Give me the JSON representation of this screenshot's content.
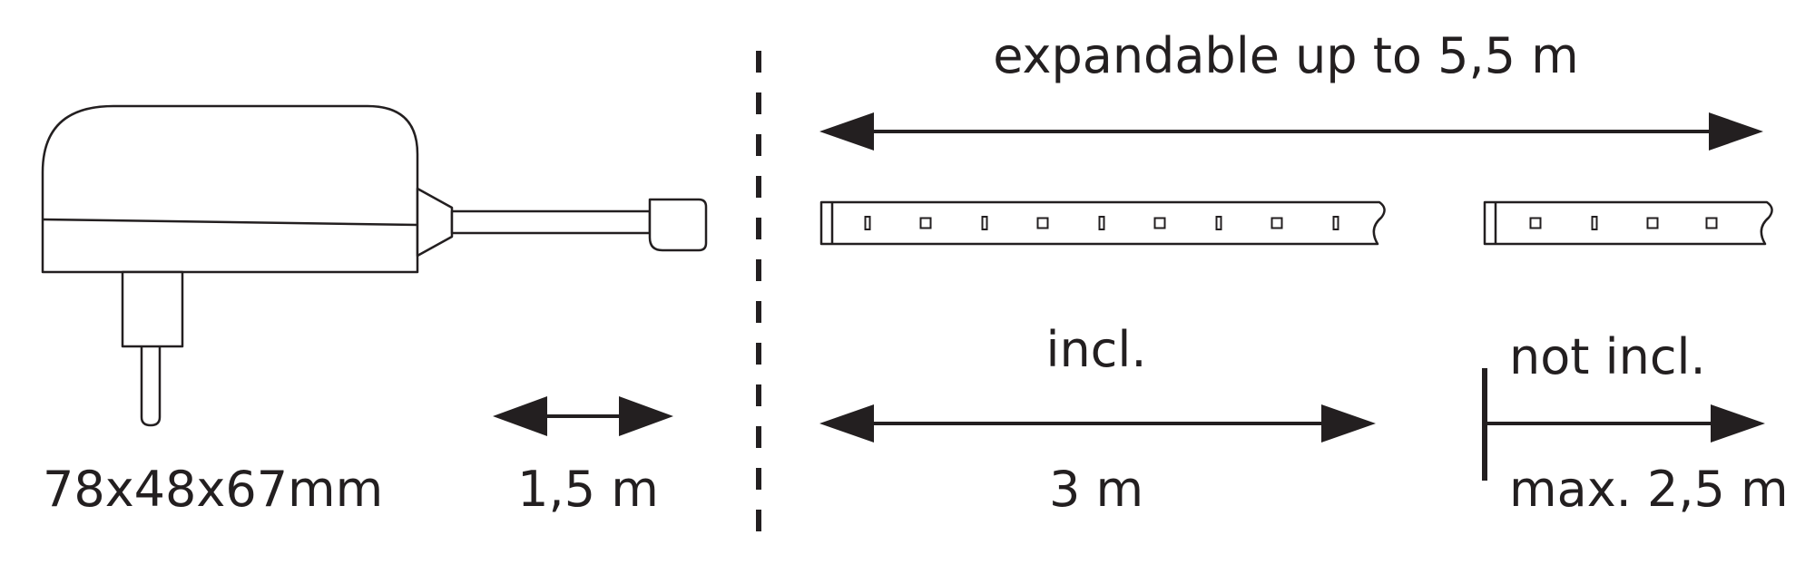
{
  "adapter": {
    "dimensions": "78x48x67mm",
    "cable_length": "1,5 m"
  },
  "strip": {
    "expandable_label": "expandable up to 5,5 m",
    "included_label": "incl.",
    "included_length": "3 m",
    "extension_label": "not incl.",
    "extension_length": "max. 2,5 m"
  },
  "colors": {
    "ink": "#231f20",
    "background": "#ffffff"
  }
}
